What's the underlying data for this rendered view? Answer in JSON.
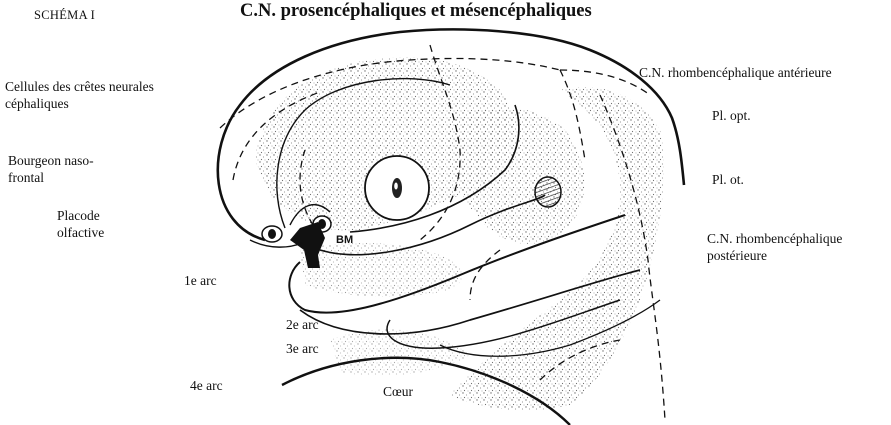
{
  "header": {
    "schema_label": "SCHÉMA I",
    "title": "C.N. prosencéphaliques et mésencéphaliques"
  },
  "labels_left": {
    "neural_crest": "Cellules des crêtes neurales céphaliques",
    "bud": "Bourgeon naso-frontal",
    "placode": "Placode olfactive",
    "arch1": "1e arc",
    "arch2": "2e arc",
    "arch3": "3e arc",
    "arch4": "4e arc",
    "heart": "Cœur",
    "bm": "BM"
  },
  "labels_right": {
    "rhomb_ant": "C.N. rhombencéphalique antérieure",
    "pl_opt": "Pl. opt.",
    "pl_ot": "Pl. ot.",
    "rhomb_post": "C.N. rhombencéphalique postérieure"
  }
}
